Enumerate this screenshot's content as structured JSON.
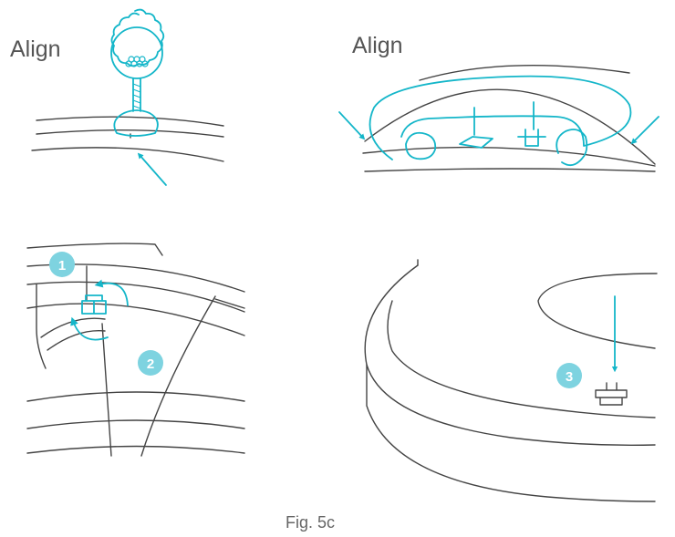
{
  "labels": {
    "align_left": "Align",
    "align_right": "Align",
    "caption": "Fig. 5c"
  },
  "steps": [
    "1",
    "2",
    "3"
  ],
  "colors": {
    "accent": "#14b6c9",
    "badge": "#7ed3e0",
    "line": "#444444",
    "text": "#555555"
  },
  "icons": [
    "arrow-icon",
    "rotate-arrow-icon",
    "rattle-toy-icon",
    "toy-bar-icon",
    "clip-icon"
  ]
}
